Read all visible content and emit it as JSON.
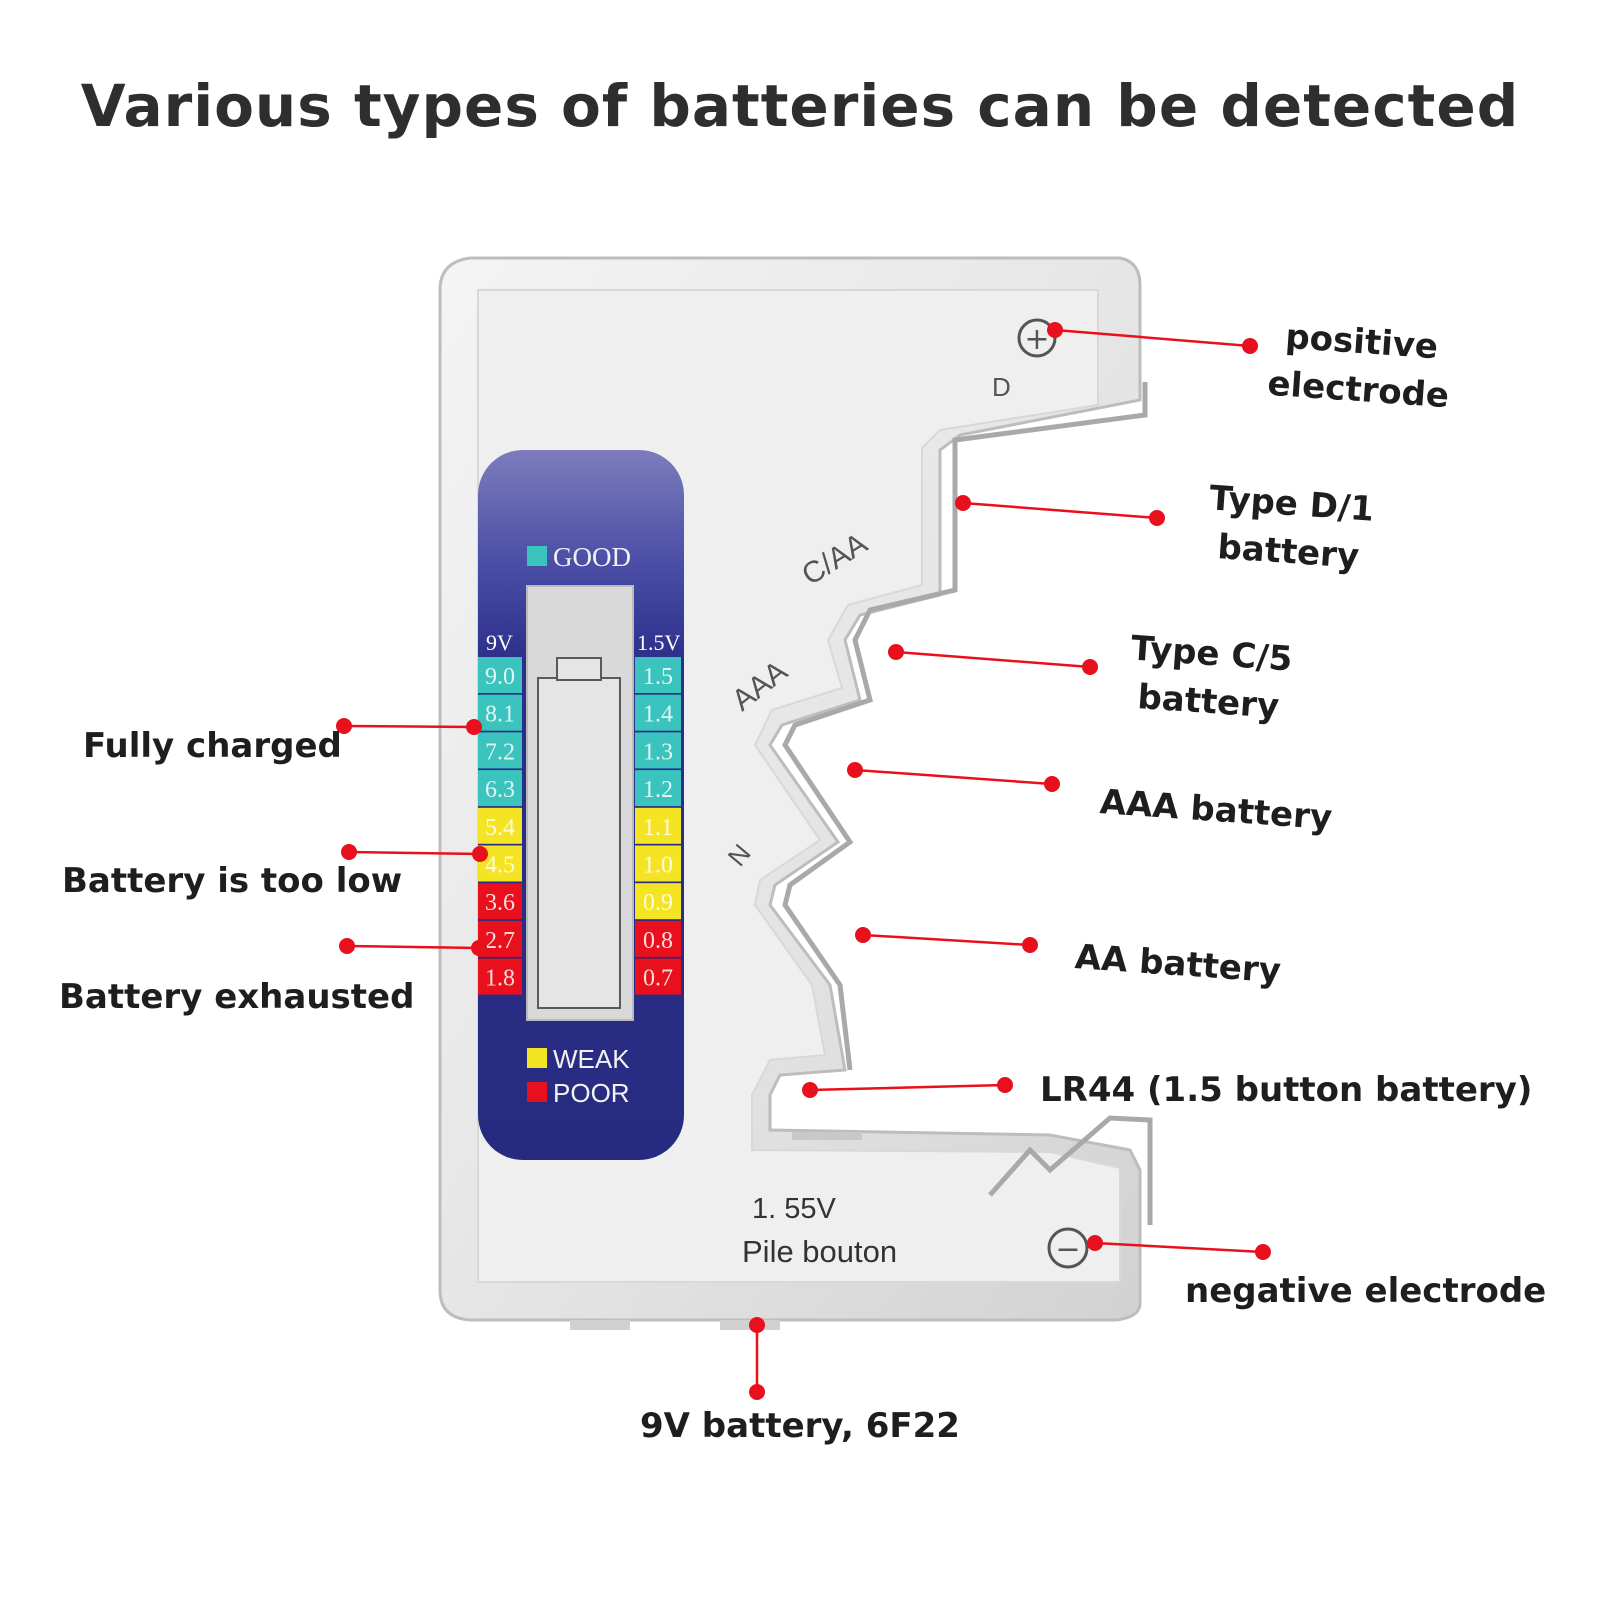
{
  "title": "Various types of batteries can be detected",
  "colors": {
    "callout": "#e8101c",
    "panel": "#2b2f8a",
    "good": "#3ac4bd",
    "weak": "#f4e423",
    "poor": "#e8101c",
    "body": "#e9e9e9"
  },
  "device": {
    "legend": {
      "good": "GOOD",
      "weak": "WEAK",
      "poor": "POOR"
    },
    "scale_9v": {
      "header": "9V",
      "good": [
        "9.0",
        "8.1",
        "7.2",
        "6.3"
      ],
      "weak": [
        "5.4",
        "4.5"
      ],
      "poor": [
        "3.6",
        "2.7",
        "1.8"
      ]
    },
    "scale_15v": {
      "header": "1.5V",
      "good": [
        "1.5",
        "1.4",
        "1.3",
        "1.2"
      ],
      "weak": [
        "1.1",
        "1.0",
        "0.9"
      ],
      "poor": [
        "0.8",
        "0.7"
      ]
    },
    "slot_labels": {
      "d": "D",
      "caa": "C/AA",
      "aaa": "AAA",
      "n": "N"
    },
    "button_voltage": "1. 55V",
    "button_label": "Pile bouton",
    "positive_symbol": "+",
    "negative_symbol": "−"
  },
  "callouts": {
    "positive": [
      "positive",
      "electrode"
    ],
    "type_d": [
      "Type D/1",
      "battery"
    ],
    "type_c": [
      "Type C/5",
      "battery"
    ],
    "aaa": "AAA battery",
    "aa": "AA battery",
    "lr44": "LR44 (1.5 button battery)",
    "negative": "negative electrode",
    "ninev": "9V battery, 6F22",
    "fully": "Fully charged",
    "low": "Battery is too low",
    "exhausted": "Battery exhausted"
  }
}
